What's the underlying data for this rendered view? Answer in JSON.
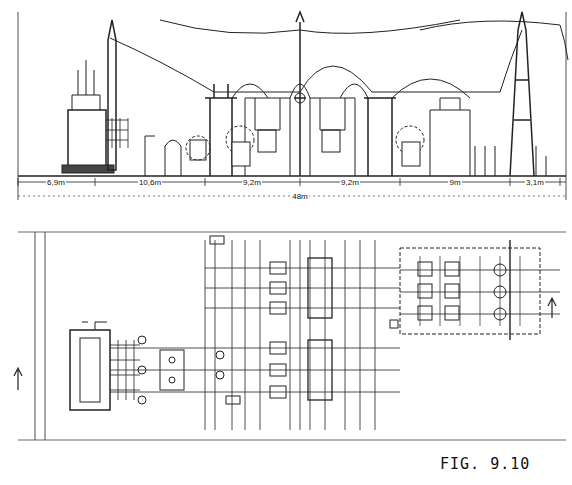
{
  "diagram": {
    "caption": "FIG. 9.10",
    "labels": [
      "6,9m",
      "10,6m",
      "9,2m",
      "9,2m",
      "9m",
      "3,1m",
      "48m"
    ]
  }
}
